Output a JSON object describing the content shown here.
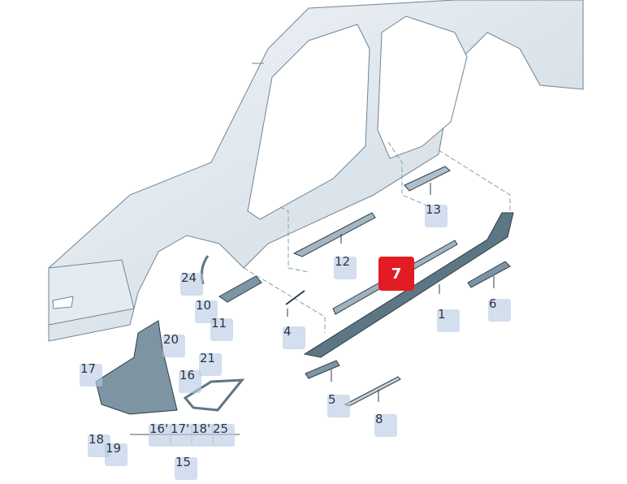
{
  "diagram": {
    "highlighted_label": "7",
    "highlight_color": "#e31b23",
    "label_color": "#b8cae4",
    "labels": {
      "l1": "1",
      "l4": "4",
      "l5": "5",
      "l6": "6",
      "l8": "8",
      "l10": "10",
      "l11": "11",
      "l12": "12",
      "l13": "13",
      "l15": "15",
      "l16": "16",
      "l17": "17",
      "l18": "18",
      "l19": "19",
      "l20": "20",
      "l21": "21",
      "l24": "24",
      "l16p": "16'",
      "l17p": "17'",
      "l18p": "18'",
      "l25": "25"
    }
  }
}
